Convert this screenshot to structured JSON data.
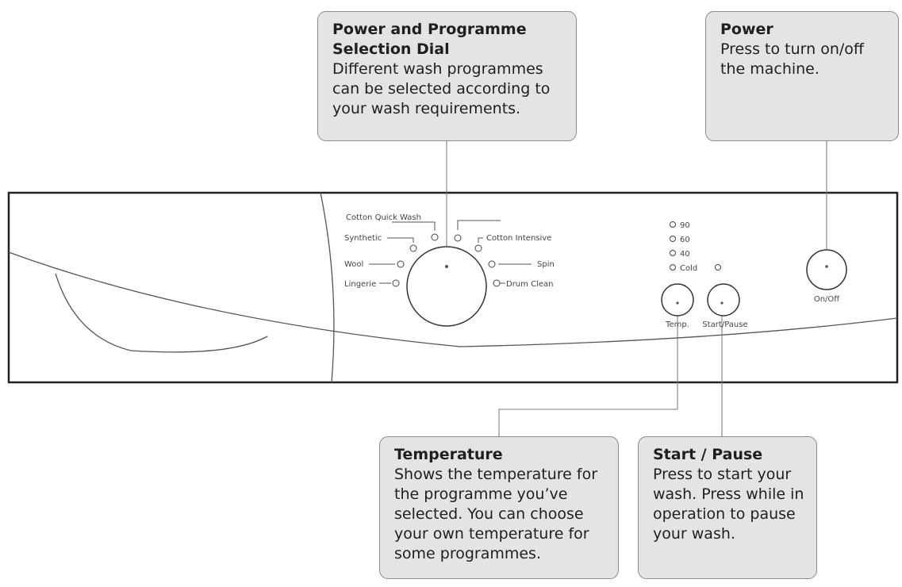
{
  "callouts": {
    "dial": {
      "title": "Power and Programme Selection Dial",
      "body": "Different wash programmes can be selected according to your wash requirements."
    },
    "power": {
      "title": "Power",
      "body": "Press to turn on/off the machine."
    },
    "temperature": {
      "title": "Temperature",
      "body": "Shows the temperature for the programme you’ve selected. You can choose your own temperature for some programmes."
    },
    "start_pause": {
      "title": "Start / Pause",
      "body": "Press to start your wash. Press while in operation to pause your wash."
    }
  },
  "panel": {
    "programmes": {
      "cotton_quick_wash": "Cotton Quick Wash",
      "synthetic": "Synthetic",
      "wool": "Wool",
      "lingerie": "Lingerie",
      "cotton_intensive": "Cotton Intensive",
      "spin": "Spin",
      "drum_clean": "Drum Clean"
    },
    "temperatures": [
      "90",
      "60",
      "40",
      "Cold"
    ],
    "temp_button_label": "Temp.",
    "start_pause_label": "Start/Pause",
    "on_off_label": "On/Off"
  }
}
